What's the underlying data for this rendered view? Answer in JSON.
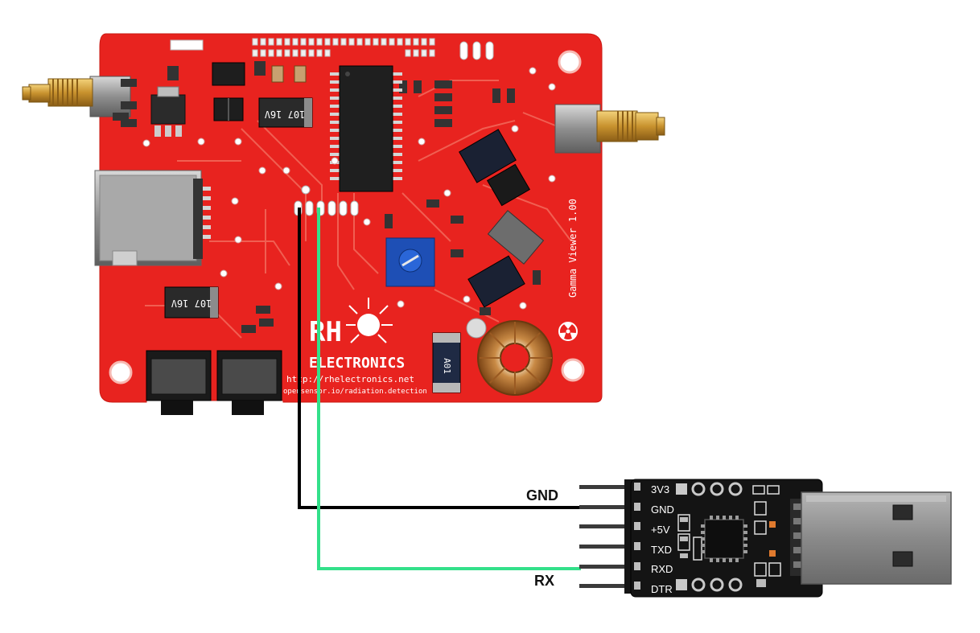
{
  "wire_labels": {
    "gnd": "GND",
    "rx": "RX"
  },
  "board": {
    "logo_mark": "RH",
    "logo_text": "ELECTRONICS",
    "url": "http://rhelectronics.net",
    "sub_url": "opensensor.io/radiation.detection",
    "product_name": "Gamma Viewer 1.00",
    "smd_cap_top": "107  16V",
    "smd_cap_bottom": "107  16V",
    "diode_marking": "A01"
  },
  "usb_adapter": {
    "pins": [
      "3V3",
      "GND",
      "+5V",
      "TXD",
      "RXD",
      "DTR"
    ]
  },
  "colors": {
    "pcb": "#e8231f",
    "gnd_wire": "#000000",
    "rx_wire": "#33e08a",
    "usb_board": "#141414",
    "gold": "#d9a84a"
  }
}
